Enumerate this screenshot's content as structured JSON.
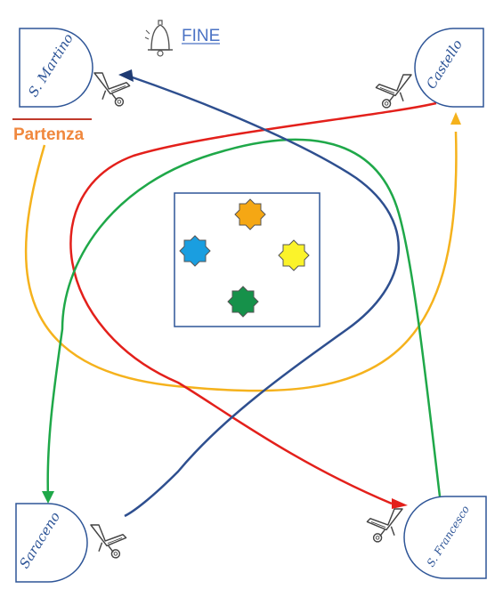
{
  "stations": {
    "san_martino": "S. Martino",
    "castello": "Castello",
    "saraceno": "Saraceno",
    "san_francesco": "S. Francesco"
  },
  "labels": {
    "fine": "FINE",
    "partenza": "Partenza"
  },
  "icons": {
    "end": "bell-icon",
    "vehicle": "wheelbarrow-icon",
    "flag": "star-icon"
  },
  "colors": {
    "station_border": "#2e5597",
    "route_blue": "#2e4f8f",
    "route_red": "#e3201b",
    "route_green": "#1fa849",
    "route_yellow": "#f5b21d",
    "star_orange": "#f5a714",
    "star_blue": "#1a9ee0",
    "star_yellow": "#fbf32a",
    "star_green": "#16914a",
    "partenza_line": "#c0392b"
  }
}
